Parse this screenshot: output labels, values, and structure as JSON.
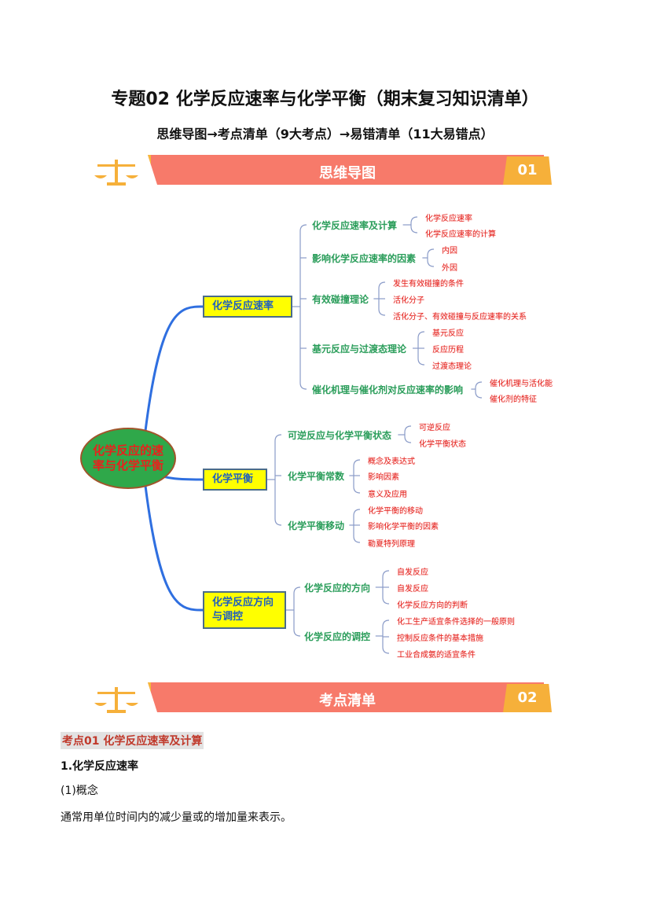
{
  "title": "专题02 化学反应速率与化学平衡（期末复习知识清单）",
  "subtitle": "思维导图→考点清单（9大考点）→易错清单（11大易错点）",
  "banners": [
    {
      "label": "思维导图",
      "num": "01"
    },
    {
      "label": "考点清单",
      "num": "02"
    }
  ],
  "mindmap": {
    "root": "化学反应的速率与化学平衡",
    "branches": [
      {
        "label": "化学反应速率",
        "children": [
          {
            "label": "化学反应速率及计算",
            "leaves": [
              "化学反应速率",
              "化学反应速率的计算"
            ]
          },
          {
            "label": "影响化学反应速率的因素",
            "leaves": [
              "内因",
              "外因"
            ]
          },
          {
            "label": "有效碰撞理论",
            "leaves": [
              "发生有效碰撞的条件",
              "活化分子",
              "活化分子、有效碰撞与反应速率的关系"
            ]
          },
          {
            "label": "基元反应与过渡态理论",
            "leaves": [
              "基元反应",
              "反应历程",
              "过渡态理论"
            ]
          },
          {
            "label": "催化机理与催化剂对反应速率的影响",
            "leaves": [
              "催化机理与活化能",
              "催化剂的特征"
            ]
          }
        ]
      },
      {
        "label": "化学平衡",
        "children": [
          {
            "label": "可逆反应与化学平衡状态",
            "leaves": [
              "可逆反应",
              "化学平衡状态"
            ]
          },
          {
            "label": "化学平衡常数",
            "leaves": [
              "概念及表达式",
              "影响因素",
              "意义及应用"
            ]
          },
          {
            "label": "化学平衡移动",
            "leaves": [
              "化学平衡的移动",
              "影响化学平衡的因素",
              "勒夏特列原理"
            ]
          }
        ]
      },
      {
        "label": "化学反应方向与调控",
        "children": [
          {
            "label": "化学反应的方向",
            "leaves": [
              "自发反应",
              "自发反应",
              "化学反应方向的判断"
            ]
          },
          {
            "label": "化学反应的调控",
            "leaves": [
              "化工生产适宜条件选择的一般原则",
              "控制反应条件的基本措施",
              "工业合成氨的适宜条件"
            ]
          }
        ]
      }
    ]
  },
  "section": {
    "kaodian": "考点01  化学反应速率及计算",
    "heading": "1.化学反应速率",
    "sub": "(1)概念",
    "body": "通常用单位时间内的减少量或的增加量来表示。"
  }
}
